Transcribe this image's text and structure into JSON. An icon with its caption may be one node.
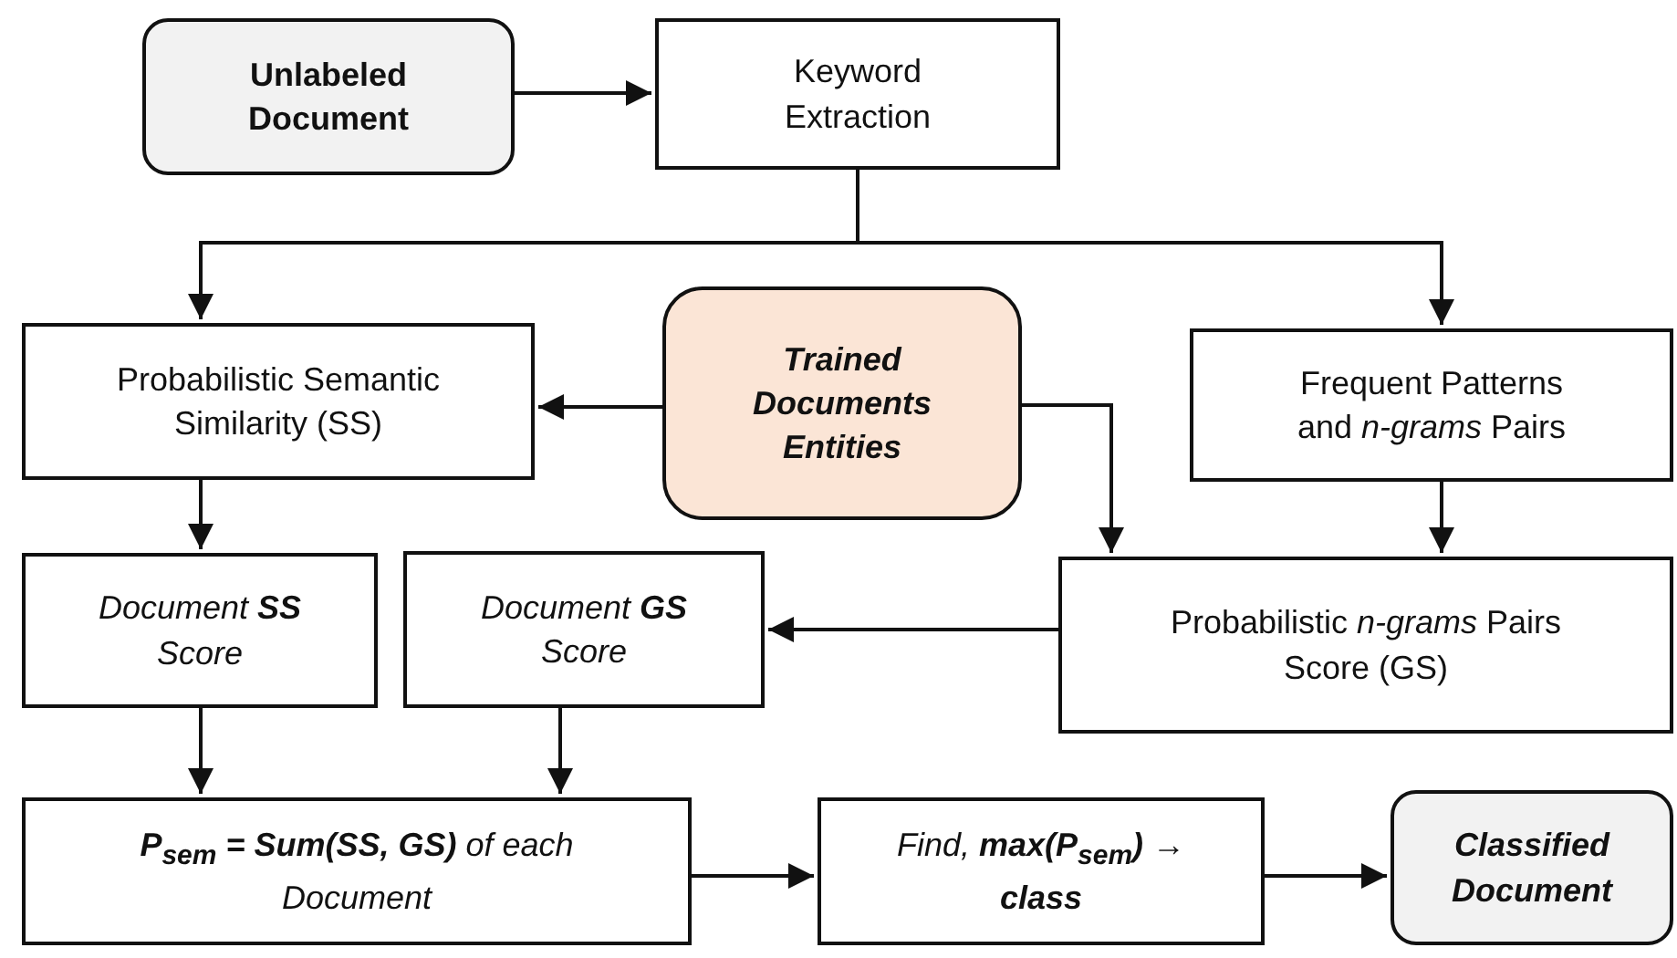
{
  "diagram": {
    "nodes": [
      {
        "text": [
          "Unlabeled Document"
        ]
      },
      {
        "text": [
          "Keyword Extraction"
        ]
      },
      {
        "text": [
          "Probabilistic Semantic Similarity (SS)"
        ]
      },
      {
        "text": [
          "Trained Documents Entities"
        ]
      },
      {
        "text": [
          "Frequent Patterns and *n-grams* Pairs"
        ]
      },
      {
        "text": [
          "Document **SS** Score"
        ]
      },
      {
        "text": [
          "Document **GS** Score"
        ]
      },
      {
        "text": [
          "Probabilistic *n-grams* Pairs Score (GS)"
        ]
      },
      {
        "text": [
          "**P$_{sem}$ = Sum(SS, GS)** of each Document"
        ]
      },
      {
        "text": [
          "Find, **max(P$_{sem}$) → class**"
        ]
      },
      {
        "text": [
          "Classified Document"
        ]
      }
    ],
    "edges": [
      {
        "from": 0,
        "to": 1,
        "arrow": "to"
      },
      {
        "from": 1,
        "to": 2,
        "arrow": "to"
      },
      {
        "from": 1,
        "to": 4,
        "arrow": "to"
      },
      {
        "from": 3,
        "to": 2,
        "arrow": "to"
      },
      {
        "from": 3,
        "to": 7,
        "arrow": "to"
      },
      {
        "from": 4,
        "to": 7,
        "arrow": "to"
      },
      {
        "from": 7,
        "to": 6,
        "arrow": "to"
      },
      {
        "from": 2,
        "to": 5,
        "arrow": "to"
      },
      {
        "from": 5,
        "to": 8,
        "arrow": "to"
      },
      {
        "from": 6,
        "to": 8,
        "arrow": "to"
      },
      {
        "from": 8,
        "to": 9,
        "arrow": "to"
      },
      {
        "from": 9,
        "to": 10,
        "arrow": "to"
      }
    ]
  }
}
